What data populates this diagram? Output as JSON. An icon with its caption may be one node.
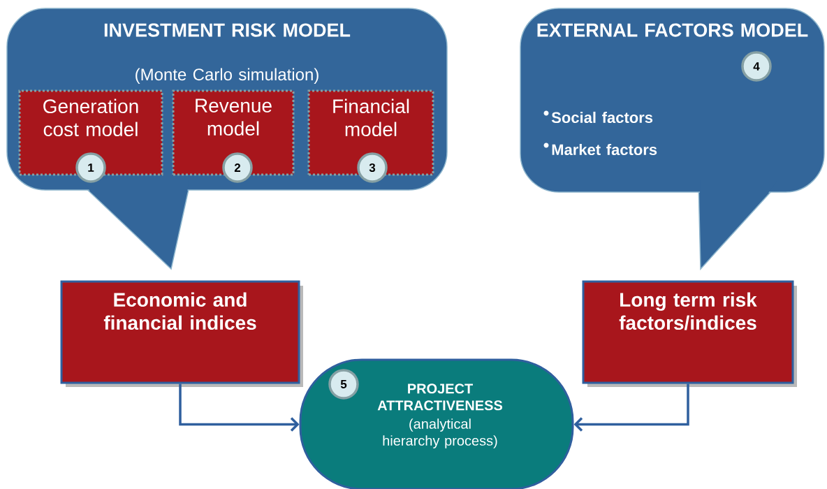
{
  "diagram": {
    "nodes": [
      {
        "text": [
          "INVESTMENT RISK MODEL",
          "(Monte Carlo simulation)"
        ]
      },
      {
        "text": [
          "Generation cost model"
        ],
        "in": 0
      },
      {
        "text": [
          "1"
        ],
        "in": 1
      },
      {
        "text": [
          "Revenue model"
        ],
        "in": 0
      },
      {
        "text": [
          "2"
        ],
        "in": 3
      },
      {
        "text": [
          "Financial model"
        ],
        "in": 0
      },
      {
        "text": [
          "3"
        ],
        "in": 5
      },
      {
        "text": [
          "EXTERNAL FACTORS MODEL",
          "Social factors",
          "Market factors"
        ]
      },
      {
        "text": [
          "4"
        ],
        "in": 7
      },
      {
        "text": [
          "Economic and financial indices"
        ]
      },
      {
        "text": [
          "Long term risk factors/indices"
        ]
      },
      {
        "text": [
          "PROJECT ATTRACTIVENESS",
          "(analytical hierarchy process)"
        ]
      },
      {
        "text": [
          "5"
        ],
        "in": 11
      }
    ],
    "edges": [
      {
        "from": 9,
        "to": 11,
        "arrow": "to"
      },
      {
        "from": 10,
        "to": 11,
        "arrow": "to"
      }
    ]
  }
}
